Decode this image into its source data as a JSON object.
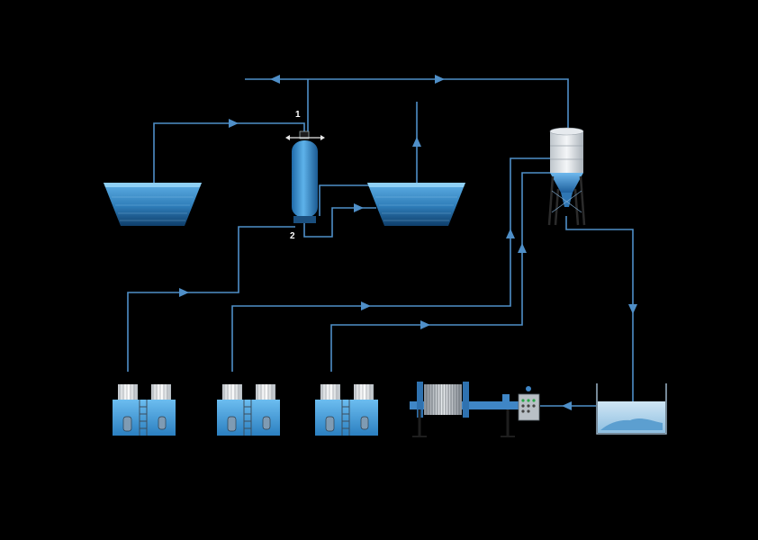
{
  "diagram": {
    "background": "#000000",
    "pipe_color": "#4f8fc8",
    "water_color": "#3a86c6",
    "labels": {
      "port_top": "1",
      "port_bottom": "2"
    },
    "components": [
      {
        "id": "left-settling-tank",
        "icon": "trapezoid-tank-icon"
      },
      {
        "id": "filter-column",
        "icon": "pressure-vessel-icon"
      },
      {
        "id": "right-settling-tank",
        "icon": "trapezoid-tank-icon"
      },
      {
        "id": "storage-silo",
        "icon": "silo-icon"
      },
      {
        "id": "dosing-unit-1",
        "icon": "dosing-station-icon"
      },
      {
        "id": "dosing-unit-2",
        "icon": "dosing-station-icon"
      },
      {
        "id": "dosing-unit-3",
        "icon": "dosing-station-icon"
      },
      {
        "id": "filter-press",
        "icon": "filter-press-icon"
      },
      {
        "id": "sludge-basin",
        "icon": "open-basin-icon"
      }
    ]
  }
}
